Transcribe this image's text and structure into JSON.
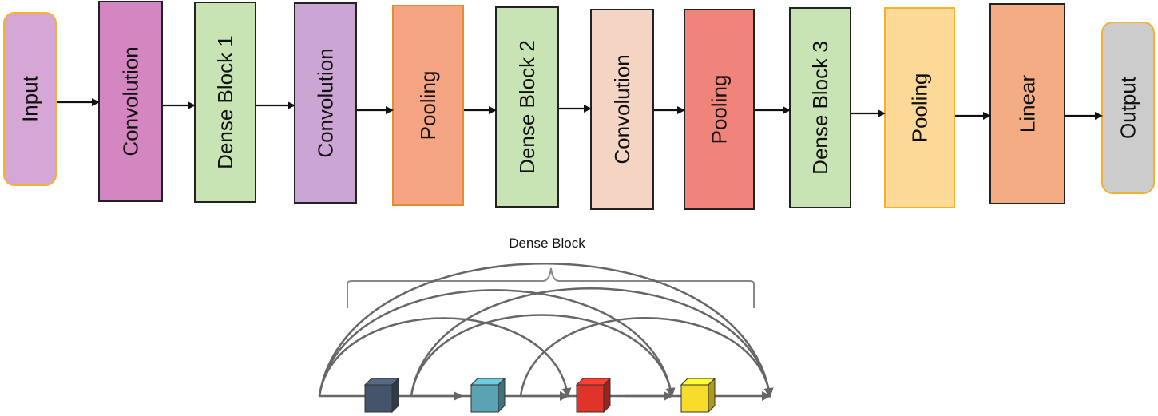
{
  "pipeline": {
    "blocks": [
      {
        "id": "input",
        "label": "Input",
        "fill": "#D5A6D6",
        "stroke": "#F2B230",
        "shape": "rounded"
      },
      {
        "id": "convolution-1",
        "label": "Convolution",
        "fill": "#D486C0",
        "stroke": "#222222",
        "shape": "rect"
      },
      {
        "id": "dense-block-1",
        "label": "Dense Block 1",
        "fill": "#C9E4B4",
        "stroke": "#222222",
        "shape": "rect"
      },
      {
        "id": "convolution-2",
        "label": "Convolution",
        "fill": "#CBA6D4",
        "stroke": "#222222",
        "shape": "rect"
      },
      {
        "id": "pooling-1",
        "label": "Pooling",
        "fill": "#F5A584",
        "stroke": "#E98A2E",
        "shape": "rect"
      },
      {
        "id": "dense-block-2",
        "label": "Dense Block 2",
        "fill": "#C9E4B4",
        "stroke": "#222222",
        "shape": "rect"
      },
      {
        "id": "convolution-3",
        "label": "Convolution",
        "fill": "#F4D4C2",
        "stroke": "#222222",
        "shape": "rect"
      },
      {
        "id": "pooling-2",
        "label": "Pooling",
        "fill": "#F0837A",
        "stroke": "#222222",
        "shape": "rect"
      },
      {
        "id": "dense-block-3",
        "label": "Dense Block 3",
        "fill": "#C9E4B4",
        "stroke": "#222222",
        "shape": "rect"
      },
      {
        "id": "pooling-3",
        "label": "Pooling",
        "fill": "#FCD996",
        "stroke": "#F2B230",
        "shape": "rect"
      },
      {
        "id": "linear",
        "label": "Linear",
        "fill": "#F4AC82",
        "stroke": "#222222",
        "shape": "rect"
      },
      {
        "id": "output",
        "label": "Output",
        "fill": "#CCCCCC",
        "stroke": "#F2B230",
        "shape": "rounded"
      }
    ]
  },
  "dense_block": {
    "caption": "Dense Block",
    "cube_colors": [
      "#44546A",
      "#5BA3B2",
      "#E0342A",
      "#F8DC2A"
    ],
    "connector_color": "#666666"
  }
}
